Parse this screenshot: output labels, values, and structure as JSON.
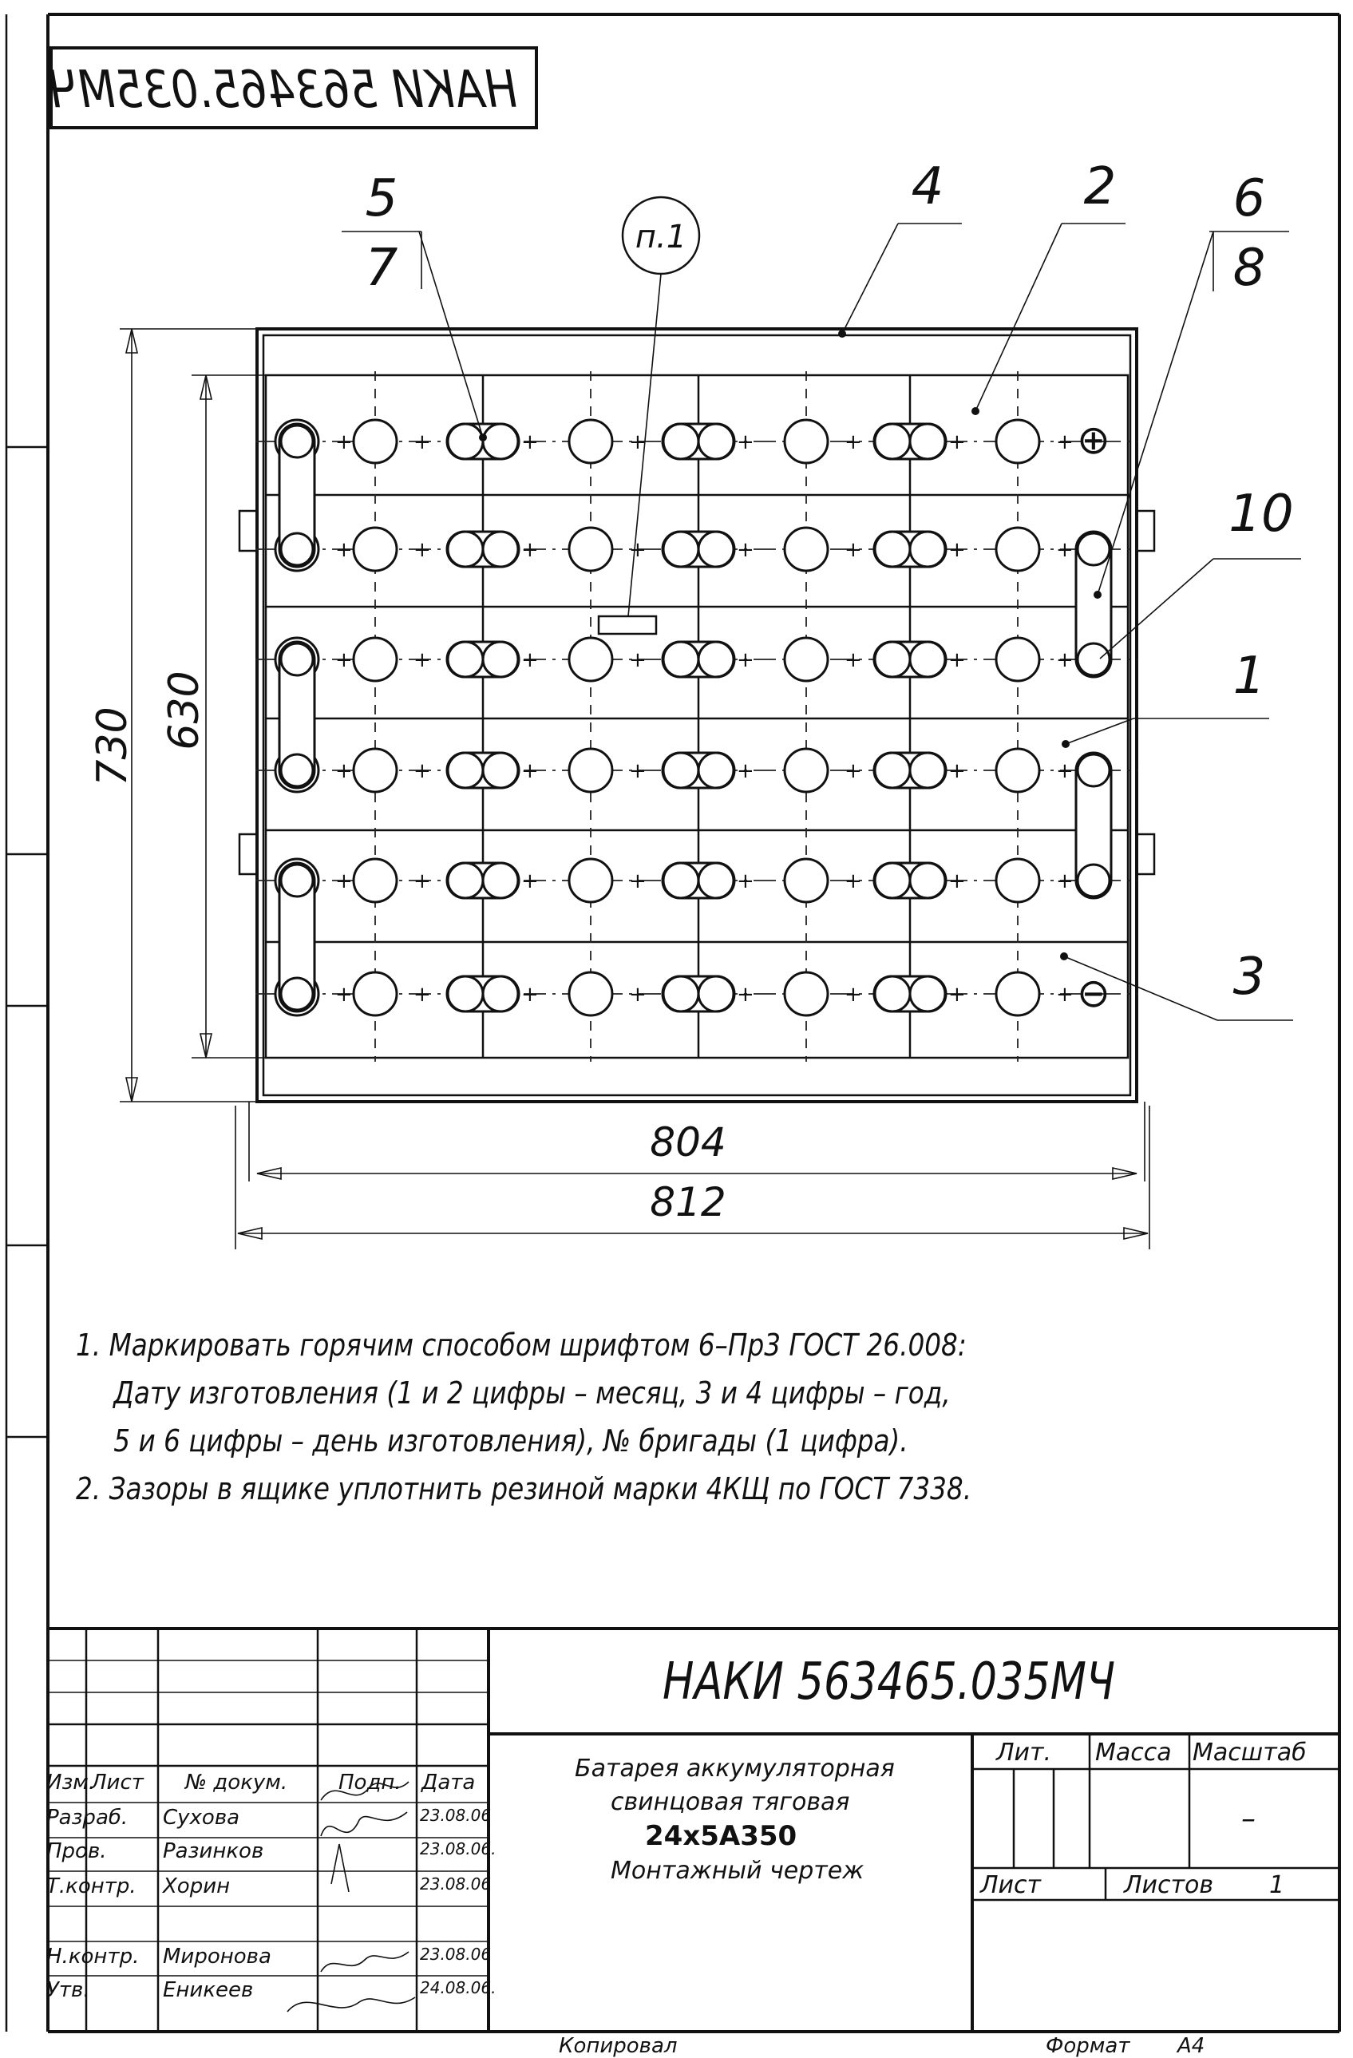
{
  "mirrored_code": "НАКИ 563465.035МЧ",
  "callouts": {
    "c5": "5",
    "c7": "7",
    "p1": "п.1",
    "c4": "4",
    "c2": "2",
    "c6": "6",
    "c8": "8",
    "c10": "10",
    "c1": "1",
    "c3": "3"
  },
  "dimensions": {
    "height_outer": "730",
    "height_inner": "630",
    "width_inner": "804",
    "width_outer": "812"
  },
  "polarity": {
    "plus": "⊕",
    "minus": "⊖"
  },
  "notes": [
    "1. Маркировать горячим способом шрифтом 6–Пр3 ГОСТ 26.008:",
    "Дату изготовления (1 и 2 цифры – месяц, 3 и 4 цифры – год,",
    "5 и 6 цифры – день изготовления), № бригады (1 цифра).",
    "2. Зазоры в ящике уплотнить резиной марки 4КЩ по ГОСТ 7338."
  ],
  "title_block": {
    "designation": "НАКИ 563465.035МЧ",
    "product_line1": "Батарея аккумуляторная",
    "product_line2": "свинцовая тяговая",
    "model": "24х5А350",
    "doc_type": "Монтажный чертеж",
    "headers": {
      "izm": "Изм.",
      "list": "Лист",
      "doc": "№ докум.",
      "sign": "Подп.",
      "date": "Дата"
    },
    "roles": [
      {
        "role": "Разраб.",
        "name": "Сухова",
        "date": "23.08.06"
      },
      {
        "role": "Пров.",
        "name": "Разинков",
        "date": "23.08.06."
      },
      {
        "role": "Т.контр.",
        "name": "Хорин",
        "date": "23.08.06"
      },
      {
        "role": "",
        "name": "",
        "date": ""
      },
      {
        "role": "Н.контр.",
        "name": "Миронова",
        "date": "23.08.06"
      },
      {
        "role": "Утв.",
        "name": "Еникеев",
        "date": "24.08.06."
      }
    ],
    "lit_label": "Лит.",
    "mass_label": "Масса",
    "scale_label": "Масштаб",
    "scale_value": "–",
    "sheet_label": "Лист",
    "sheets_label": "Листов",
    "sheets_value": "1",
    "copied_label": "Копировал",
    "format_label": "Формат",
    "format_value": "А4"
  }
}
